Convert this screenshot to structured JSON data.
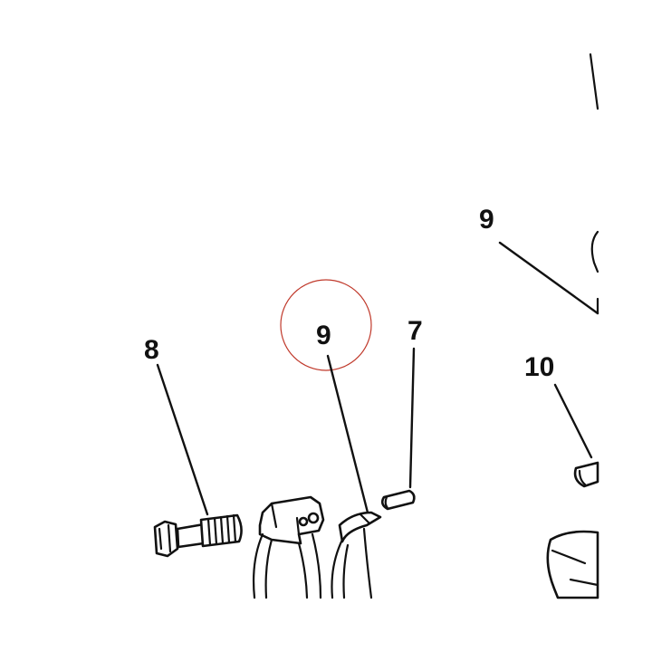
{
  "diagram": {
    "callouts": {
      "part_8": "8",
      "part_9_center": "9",
      "part_7": "7",
      "part_9_right": "9",
      "part_10": "10"
    },
    "colors": {
      "ink": "#111111",
      "highlight_circle": "#c0392b",
      "background": "#ffffff"
    }
  }
}
